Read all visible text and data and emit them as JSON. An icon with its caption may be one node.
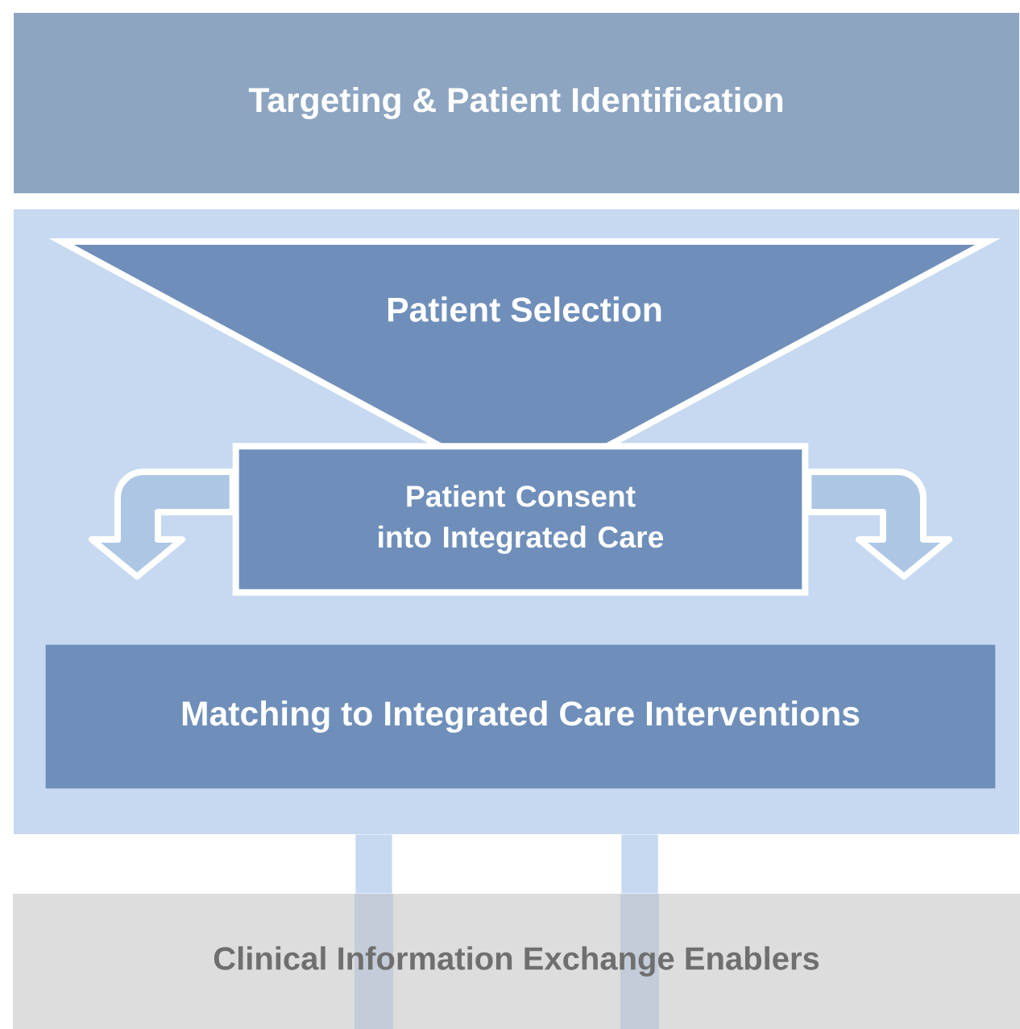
{
  "diagram": {
    "nodes": [
      {
        "text": [
          "Targeting & Patient Identification"
        ]
      },
      {
        "text": [],
        "shape": "box"
      },
      {
        "text": [
          "Patient Selection"
        ],
        "in": 1
      },
      {
        "text": [
          "Patient Consent into Integrated Care"
        ],
        "in": 1
      },
      {
        "text": [
          "Matching to Integrated Care Interventions"
        ],
        "in": 1
      },
      {
        "text": [
          "Clinical Information Exchange Enablers"
        ]
      }
    ],
    "edges": [
      {
        "from": 3,
        "to": null,
        "arrow": "to"
      },
      {
        "from": 3,
        "to": null,
        "arrow": "to"
      },
      {
        "from": 1,
        "to": 5,
        "arrow": "none",
        "color": "#c6d9f0"
      },
      {
        "from": 1,
        "to": 5,
        "arrow": "none",
        "color": "#c6d9f0"
      }
    ]
  }
}
